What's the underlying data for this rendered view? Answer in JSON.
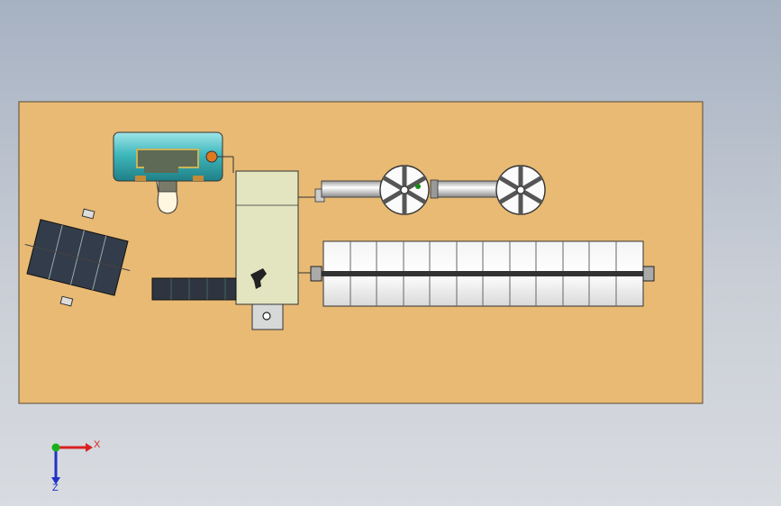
{
  "viewport": {
    "background_top": "#a6b1c2",
    "background_bottom": "#d8dbe0",
    "base_plate_color": "#e8ba74",
    "tank_color": "#3fb8bd",
    "cabinet_color": "#e2e5bf"
  },
  "triad": {
    "x_label": "X",
    "z_label": "Z",
    "x_color": "#d92020",
    "y_color": "#18b018",
    "z_color": "#2030c8"
  },
  "components": [
    {
      "name": "base-plate",
      "kind": "plate"
    },
    {
      "name": "storage-tank",
      "kind": "tank"
    },
    {
      "name": "control-cabinet",
      "kind": "cabinet"
    },
    {
      "name": "solar-panel-array",
      "kind": "panels"
    },
    {
      "name": "conveyor-belt",
      "kind": "conveyor"
    },
    {
      "name": "fan-duct-assembly",
      "kind": "duct"
    },
    {
      "name": "collector-tube-rack",
      "kind": "rack"
    }
  ]
}
